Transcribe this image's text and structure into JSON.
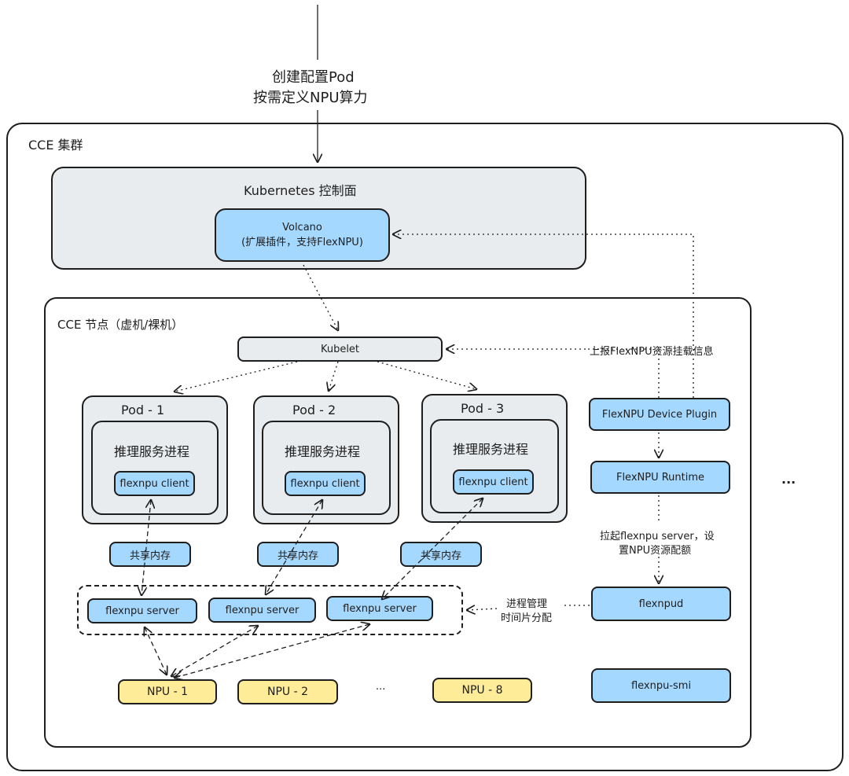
{
  "top_label": {
    "line1": "创建配置Pod",
    "line2": "按需定义NPU算力"
  },
  "cluster": {
    "title": "CCE 集群"
  },
  "k8s": {
    "title": "Kubernetes 控制面",
    "volcano_line1": "Volcano",
    "volcano_line2": "(扩展插件，支持FlexNPU)"
  },
  "node": {
    "title": "CCE 节点（虚机/裸机）",
    "kubelet": "Kubelet",
    "pods": [
      {
        "title": "Pod - 1",
        "process": "推理服务进程",
        "client": "flexnpu client"
      },
      {
        "title": "Pod - 2",
        "process": "推理服务进程",
        "client": "flexnpu client"
      },
      {
        "title": "Pod - 3",
        "process": "推理服务进程",
        "client": "flexnpu client"
      }
    ],
    "shared_memory": [
      "共享内存",
      "共享内存",
      "共享内存"
    ],
    "servers": [
      "flexnpu server",
      "flexnpu server",
      "flexnpu server"
    ],
    "npus": [
      "NPU - 1",
      "NPU - 2",
      "NPU - 8"
    ],
    "npu_ellipsis": "···",
    "device_plugin": "FlexNPU Device Plugin",
    "runtime": "FlexNPU Runtime",
    "flexnpud": "flexnpud",
    "smi": "flexnpu-smi",
    "report_label": "上报FlexNPU资源挂载信息",
    "launch_label_line1": "拉起flexnpu server，设",
    "launch_label_line2": "置NPU资源配额",
    "manage_label_line1": "进程管理",
    "manage_label_line2": "时间片分配"
  },
  "outside_ellipsis": "···"
}
